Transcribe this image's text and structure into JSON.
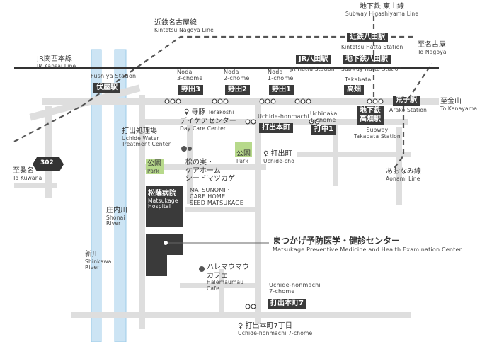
{
  "lines": {
    "kintetsu_nagoya": {
      "jp": "近鉄名古屋線",
      "en": "Kintetsu Nagoya Line"
    },
    "jr_kansai": {
      "jp": "JR関西本線",
      "en": "JR Kansai Line"
    },
    "to_nagoya": {
      "jp": "至名古屋",
      "en": "To Nagoya"
    },
    "to_kuwana": {
      "jp": "至桑名",
      "en": "To Kuwana"
    },
    "to_kanayama": {
      "jp": "至金山",
      "en": "To Kanayama"
    },
    "higashiyama": {
      "jp": "地下鉄 東山線",
      "en": "Subway Higashiyama Line"
    },
    "aonami": {
      "jp": "あおなみ線",
      "en": "Aonami Line"
    },
    "route302": "302"
  },
  "stations": {
    "fushiya": {
      "en": "Fushiya Station",
      "jp": "伏屋駅"
    },
    "kintetsu_hatta": {
      "jp": "近鉄八田駅",
      "en": "Kintetsu Hatta Station"
    },
    "jr_hatta": {
      "jp": "JR八田駅",
      "en": "JR Hatta Station"
    },
    "subway_hatta": {
      "jp": "地下鉄八田駅",
      "en": "Subway Hatta Station"
    },
    "takabata_label": {
      "en": "Takabata",
      "jp": "高畑"
    },
    "subway_takabata": {
      "jp1": "地下鉄",
      "jp2": "高畑駅",
      "en1": "Subway",
      "en2": "Takabata Station"
    },
    "arako": {
      "jp": "荒子駅",
      "en": "Arako Station"
    }
  },
  "bus_stops": {
    "noda3": {
      "en1": "Noda",
      "en2": "3-chome",
      "jp": "野田3"
    },
    "noda2": {
      "en1": "Noda",
      "en2": "2-chome",
      "jp": "野田2"
    },
    "noda1": {
      "en1": "Noda",
      "en2": "1-chome",
      "jp": "野田1"
    },
    "honmachi": {
      "en": "Uchide-honmachi",
      "jp": "打出本町"
    },
    "uchinaka": {
      "en1": "Uchinaka",
      "en2": "1-chome",
      "jp": "打中1"
    },
    "honmachi7": {
      "en1": "Uchide-honmachi",
      "en2": "7-chome",
      "jp": "打出本町7"
    }
  },
  "landmarks": {
    "terakoshi": {
      "jp": "寺豚",
      "en": "Terakoshi"
    },
    "daycare": {
      "jp": "デイケアセンター",
      "en": "Day Care Center"
    },
    "treatment": {
      "jp": "打出処理場",
      "en1": "Uchide Water",
      "en2": "Treatment Center"
    },
    "park1": {
      "jp": "公園",
      "en": "Park"
    },
    "park2": {
      "jp": "公園",
      "en": "Park"
    },
    "uchide_cho": {
      "jp": "打出町",
      "en": "Uchide-cho"
    },
    "matsunomi": {
      "jp1": "松の実・",
      "jp2": "ケアホーム",
      "jp3": "シードマツカゲ",
      "en1": "MATSUNOMI・",
      "en2": "CARE HOME",
      "en3": "SEED MATSUKAGE"
    },
    "hospital": {
      "jp": "松蔭病院",
      "en1": "Matsukage",
      "en2": "Hospital"
    },
    "shonai": {
      "jp": "庄内川",
      "en1": "Shonai",
      "en2": "River"
    },
    "shinkawa": {
      "jp": "新川",
      "en1": "Shinkawa",
      "en2": "River"
    },
    "cafe": {
      "jp1": "ハレマウマウ",
      "jp2": "カフェ",
      "en1": "Halemaumau",
      "en2": "Cafe"
    },
    "honmachi7_area": {
      "jp": "打出本町7丁目",
      "en": "Uchide-honmachi 7-chome"
    }
  },
  "center": {
    "jp": "まつかげ予防医学・健診センター",
    "en": "Matsukage Preventive Medicine and Health Examination Center"
  },
  "colors": {
    "river": "#cce4f4",
    "river_edge": "#8cc3e8",
    "road": "#dcdcdc",
    "rail": "#333333",
    "park": "#b7d98b",
    "building": "#3a3a3a"
  }
}
